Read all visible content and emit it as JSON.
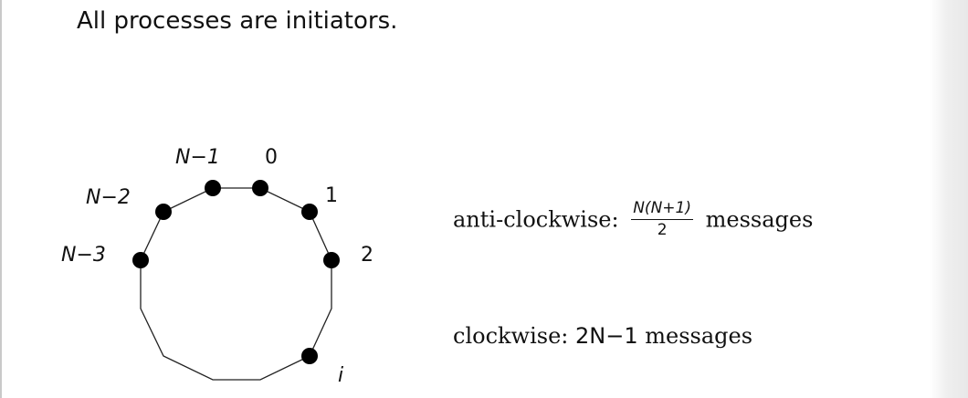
{
  "headline": "All processes are initiators.",
  "ring": {
    "node_labels": [
      "N−1",
      "0",
      "N−2",
      "1",
      "N−3",
      "2",
      "i"
    ]
  },
  "anti_clockwise": {
    "prefix": "anti-clockwise:",
    "numerator": "N(N+1)",
    "denominator": "2",
    "suffix": "messages"
  },
  "clockwise": {
    "prefix": "clockwise:",
    "count": "2N−1",
    "suffix": "messages"
  },
  "colors": {
    "ink": "#111111",
    "sidebar_shade": "#e8e8e8"
  }
}
